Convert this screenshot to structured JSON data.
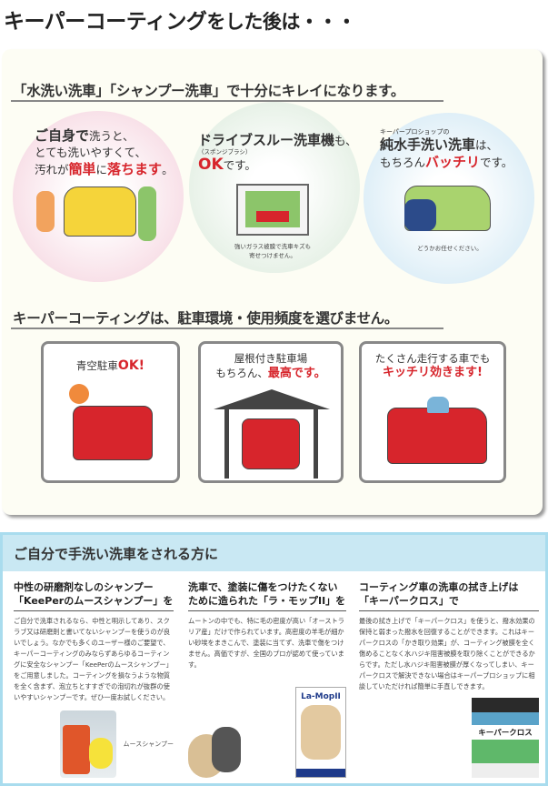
{
  "title": {
    "bold": "キーパーコーティング",
    "rest": "をした後は・・・"
  },
  "section1": {
    "heading": "「水洗い洗車」「シャンプー洗車」で十分にキレイになります。",
    "circles": [
      {
        "l1a": "ご自身で",
        "l1b": "洗うと、",
        "l2": "とても洗いやすくて、",
        "l3a": "汚れが",
        "l3b": "簡単",
        "l3c": "に",
        "l3d": "落ちます",
        "l3e": "。",
        "color": "#f7dbe4"
      },
      {
        "l1a": "ドライブスルー洗車機",
        "l1b": "も、",
        "sub": "（スポンジブラシ）",
        "l2a": "OK",
        "l2b": "です。",
        "caption1": "強いガラス被膜で洗車キズも",
        "caption2": "寄せつけません。",
        "color": "#e3efe3"
      },
      {
        "pre": "キーパープロショップの",
        "l1a": "純水手洗い洗車",
        "l1b": "は、",
        "l2a": "もちろん",
        "l2b": "バッチリ",
        "l2c": "です。",
        "caption": "どうかお任せください。",
        "color": "#d9ecf6"
      }
    ]
  },
  "section2": {
    "heading": "キーパーコーティングは、駐車環境・使用頻度を選びません。",
    "cards": [
      {
        "l1a": "青空駐車",
        "l1b": "OK!"
      },
      {
        "l1": "屋根付き駐車場",
        "l2a": "もちろん、",
        "l2b": "最高です。"
      },
      {
        "l1": "たくさん走行する車でも",
        "l2": "キッチリ効きます!"
      }
    ]
  },
  "bottom": {
    "title": "ご自分で手洗い洗車をされる方に",
    "columns": [
      {
        "h1": "中性の研磨剤なしのシャンプー",
        "h2": "「KeePerのムースシャンプー」を",
        "body": "ご自分で洗車されるなら、中性と明示してあり、スクラブ又は研磨剤と書いてないシャンプーを使うのが良いでしょう。なかでも多くのユーザー様のご要望で、キーパーコーティングのみならずあらゆるコーティングに安全なシャンプー「KeePerのムースシャンプー」をご用意しました。コーティングを損なうような物質を全く含まず、泡立ちとすすぎでの泡切れが抜群の使いやすいシャンプーです。ぜひ一度お試しください。",
        "product": "ムースシャンプー"
      },
      {
        "h1": "洗車で、塗装に傷をつけたくない",
        "h2": "ために造られた「ラ・モップII」を",
        "body": "ムートンの中でも、特に毛の密度が高い「オーストラリア産」だけで作られています。高密度の羊毛が細かい砂埃をまきこんで、塗装に当てず、洗車で傷をつけません。高価ですが、全国のプロが認めて使っています。",
        "product": "La-MopII"
      },
      {
        "h1": "コーティング車の洗車の拭き上げは",
        "h2": "「キーパークロス」で",
        "body": "最後の拭き上げで「キーパークロス」を使うと、撥水効果の保持と弱まった撥水を回復することができます。これはキーパークロスの「かき取り効果」が、コーティング被膜を全く傷めることなく水ハジキ阻害被膜を取り除くことができるからです。ただし水ハジキ阻害被膜が厚くなってしまい、キーパークロスで解決できない場合はキーパープロショップに相談していただければ簡単に手直しできます。",
        "product": "キーパークロス"
      }
    ]
  },
  "colors": {
    "accent_red": "#d7252c",
    "band_blue": "#c9e8f3"
  }
}
